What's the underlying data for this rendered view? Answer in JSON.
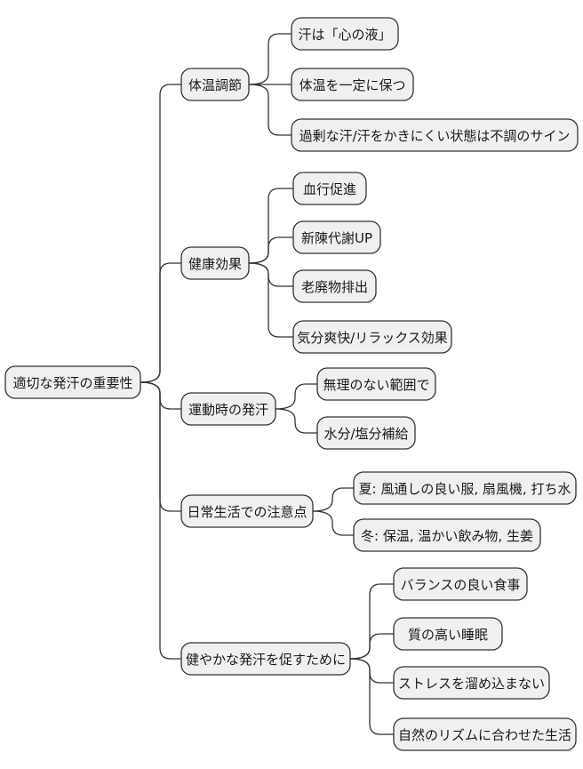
{
  "diagram_type": "mindmap",
  "colors": {
    "background": "#ffffff",
    "node_fill": "#f0f0f0",
    "node_border": "#333333",
    "edge": "#333333",
    "text": "#1a1a1a"
  },
  "mindmap": {
    "root": {
      "id": "root",
      "label": "適切な発汗の重要性"
    },
    "branches": [
      {
        "id": "b1",
        "label": "体温調節",
        "children": [
          {
            "id": "c1",
            "label": "汗は「心の液」"
          },
          {
            "id": "c2",
            "label": "体温を一定に保つ"
          },
          {
            "id": "c3",
            "label": "過剰な汗/汗をかきにくい状態は不調のサイン"
          }
        ]
      },
      {
        "id": "b2",
        "label": "健康効果",
        "children": [
          {
            "id": "c4",
            "label": "血行促進"
          },
          {
            "id": "c5",
            "label": "新陳代謝UP"
          },
          {
            "id": "c6",
            "label": "老廃物排出"
          },
          {
            "id": "c7",
            "label": "気分爽快/リラックス効果"
          }
        ]
      },
      {
        "id": "b3",
        "label": "運動時の発汗",
        "children": [
          {
            "id": "c8",
            "label": "無理のない範囲で"
          },
          {
            "id": "c9",
            "label": "水分/塩分補給"
          }
        ]
      },
      {
        "id": "b4",
        "label": "日常生活での注意点",
        "children": [
          {
            "id": "c10",
            "label": "夏: 風通しの良い服, 扇風機, 打ち水"
          },
          {
            "id": "c11",
            "label": "冬: 保温, 温かい飲み物, 生姜"
          }
        ]
      },
      {
        "id": "b5",
        "label": "健やかな発汗を促すために",
        "children": [
          {
            "id": "c12",
            "label": "バランスの良い食事"
          },
          {
            "id": "c13",
            "label": "質の高い睡眠"
          },
          {
            "id": "c14",
            "label": "ストレスを溜め込まない"
          },
          {
            "id": "c15",
            "label": "自然のリズムに合わせた生活"
          }
        ]
      }
    ]
  }
}
